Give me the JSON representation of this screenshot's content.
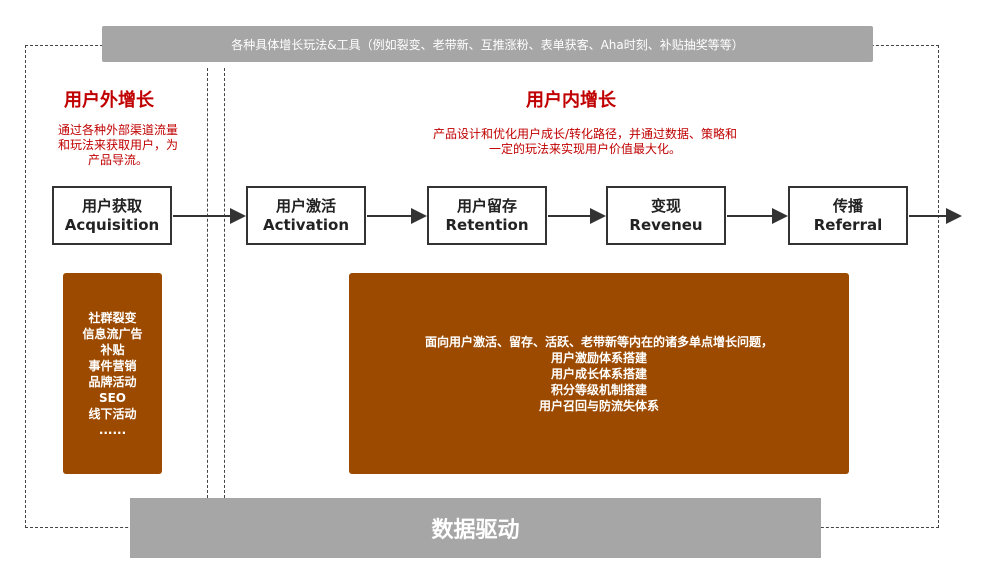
{
  "banner": "各种具体增长玩法&工具（例如裂变、老带新、互推涨粉、表单获客、Aha时刻、补贴抽奖等等）",
  "external": {
    "title": "用户外增长",
    "desc": "通过各种外部渠道流量和玩法来获取用户，为产品导流。",
    "tactics": [
      "社群裂变",
      "信息流广告",
      "补贴",
      "事件营销",
      "品牌活动",
      "SEO",
      "线下活动",
      "......"
    ]
  },
  "internal": {
    "title": "用户内增长",
    "desc_line1": "产品设计和优化用户成长/转化路径，并通过数据、策略和",
    "desc_line2": "一定的玩法来实现用户价值最大化。",
    "details": [
      "面向用户激活、留存、活跃、老带新等内在的诸多单点增长问题，",
      "用户激励体系搭建",
      "用户成长体系搭建",
      "积分等级机制搭建",
      "用户召回与防流失体系"
    ]
  },
  "stages": [
    {
      "cn": "用户获取",
      "en": "Acquisition"
    },
    {
      "cn": "用户激活",
      "en": "Activation"
    },
    {
      "cn": "用户留存",
      "en": "Retention"
    },
    {
      "cn": "变现",
      "en": "Reveneu"
    },
    {
      "cn": "传播",
      "en": "Referral"
    }
  ],
  "footer": "数据驱动",
  "colors": {
    "accent": "#c00000",
    "brown": "#9c4a00",
    "gray": "#a6a6a6"
  }
}
